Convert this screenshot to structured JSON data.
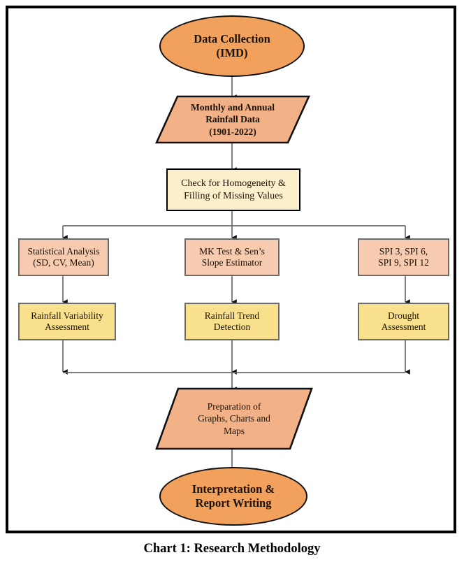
{
  "caption": "Chart 1: Research Methodology",
  "colors": {
    "terminator_fill": "#F2A15C",
    "data_fill": "#F2B187",
    "decision_fill": "#FBF0CB",
    "process_fill": "#F6CBB0",
    "result_fill": "#F8E08D",
    "line": "#6b6b6b",
    "border_dark": "#111111",
    "frame": "#000000"
  },
  "chart_data": {
    "type": "diagram",
    "title": "Chart 1: Research Methodology",
    "layout": "top-down flowchart with a three-way branch and merge",
    "nodes": [
      {
        "id": "n1",
        "shape": "ellipse",
        "label": "Data Collection\n(IMD)"
      },
      {
        "id": "n2",
        "shape": "parallelogram",
        "label": "Monthly and Annual\nRainfall Data\n(1901-2022)"
      },
      {
        "id": "n3",
        "shape": "rectangle",
        "label": "Check for Homogeneity &\nFilling of Missing Values"
      },
      {
        "id": "n4",
        "shape": "rectangle",
        "label": "Statistical Analysis\n(SD, CV, Mean)"
      },
      {
        "id": "n5",
        "shape": "rectangle",
        "label": "MK Test & Sen’s\nSlope Estimator"
      },
      {
        "id": "n6",
        "shape": "rectangle",
        "label": "SPI 3, SPI 6,\nSPI 9, SPI 12"
      },
      {
        "id": "n7",
        "shape": "rectangle",
        "label": "Rainfall Variability\nAssessment"
      },
      {
        "id": "n8",
        "shape": "rectangle",
        "label": "Rainfall Trend\nDetection"
      },
      {
        "id": "n9",
        "shape": "rectangle",
        "label": "Drought\nAssessment"
      },
      {
        "id": "n10",
        "shape": "parallelogram",
        "label": "Preparation of\nGraphs, Charts and\nMaps"
      },
      {
        "id": "n11",
        "shape": "ellipse",
        "label": "Interpretation &\nReport Writing"
      }
    ],
    "edges": [
      {
        "from": "n1",
        "to": "n2"
      },
      {
        "from": "n2",
        "to": "n3"
      },
      {
        "from": "n3",
        "to": "n4"
      },
      {
        "from": "n3",
        "to": "n5"
      },
      {
        "from": "n3",
        "to": "n6"
      },
      {
        "from": "n4",
        "to": "n7"
      },
      {
        "from": "n5",
        "to": "n8"
      },
      {
        "from": "n6",
        "to": "n9"
      },
      {
        "from": "n7",
        "to": "n10"
      },
      {
        "from": "n8",
        "to": "n10"
      },
      {
        "from": "n9",
        "to": "n10"
      },
      {
        "from": "n10",
        "to": "n11"
      }
    ]
  },
  "nodes": {
    "data_collection": "Data Collection\n(IMD)",
    "rainfall_data": "Monthly and Annual\nRainfall Data\n(1901-2022)",
    "homogeneity": "Check for Homogeneity &\nFilling of Missing Values",
    "statistical_analysis": "Statistical Analysis\n(SD, CV, Mean)",
    "mk_test": "MK Test & Sen’s\nSlope Estimator",
    "spi": "SPI 3, SPI 6,\nSPI 9, SPI 12",
    "rainfall_variability": "Rainfall Variability\nAssessment",
    "rainfall_trend": "Rainfall Trend\nDetection",
    "drought": "Drought\nAssessment",
    "preparation": "Preparation of\nGraphs, Charts and\nMaps",
    "interpretation": "Interpretation &\nReport Writing"
  }
}
